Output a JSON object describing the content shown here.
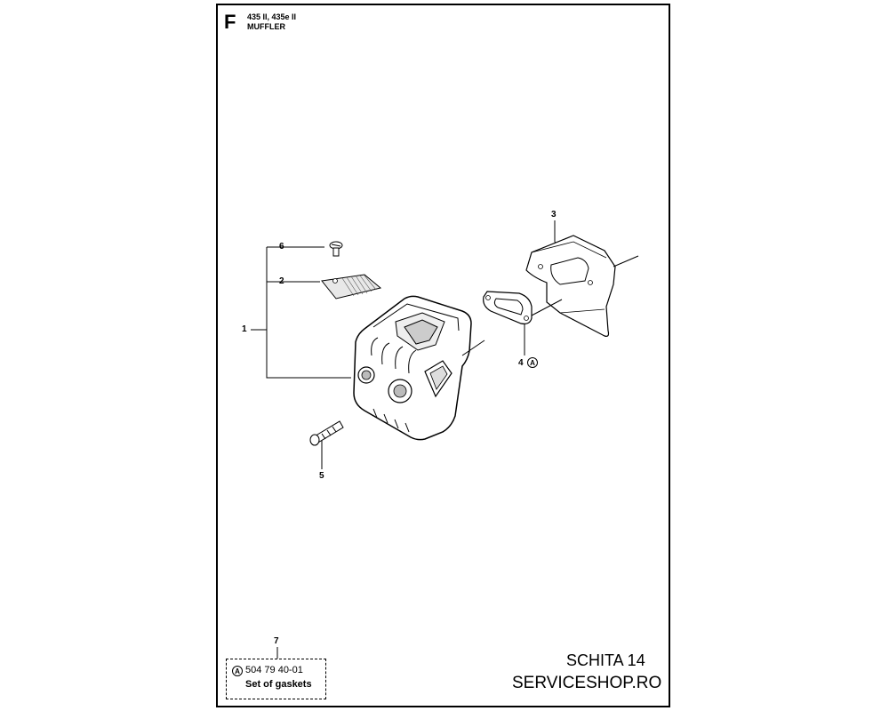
{
  "header": {
    "section_letter": "F",
    "models": "435 II, 435e II",
    "title": "MUFFLER"
  },
  "callouts": {
    "c1": "1",
    "c2": "2",
    "c3": "3",
    "c4": "4",
    "c5": "5",
    "c6": "6",
    "c7": "7",
    "ref_marker": "A"
  },
  "kit": {
    "marker": "A",
    "part_number": "504 79 40-01",
    "name": "Set of gaskets"
  },
  "footer": {
    "line1": "SCHITA 14",
    "line2": "SERVICESHOP.RO"
  }
}
